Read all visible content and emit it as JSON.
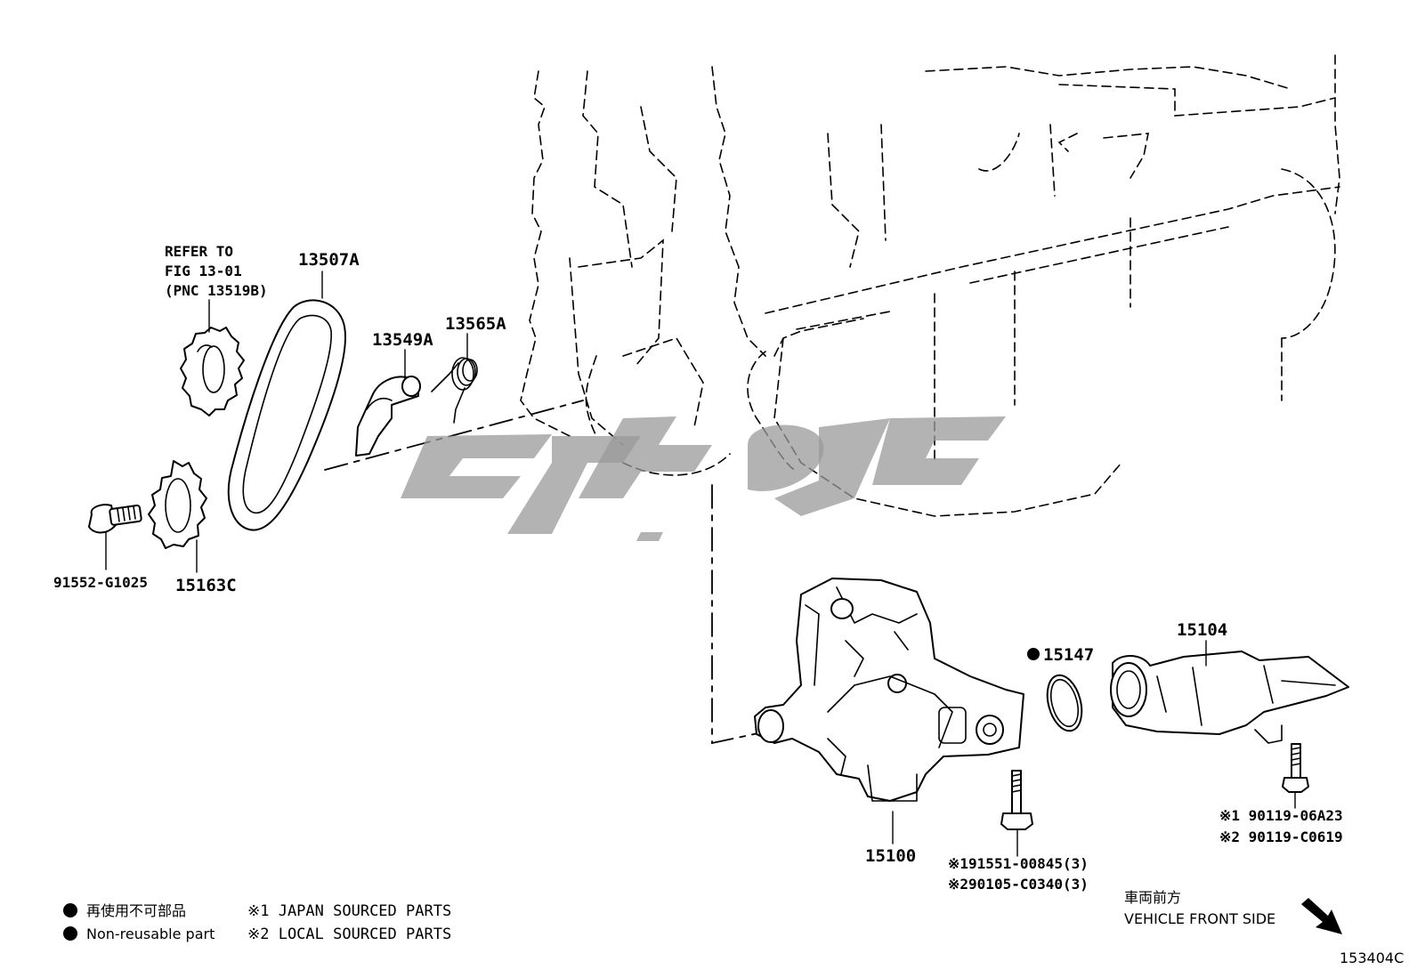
{
  "refer": {
    "line1": "REFER TO",
    "line2": "FIG 13-01",
    "line3": "(PNC 13519B)"
  },
  "parts": {
    "p13507A": "13507A",
    "p13549A": "13549A",
    "p13565A": "13565A",
    "p91552": "91552-G1025",
    "p15163C": "15163C",
    "p15147": "15147",
    "p15104": "15104",
    "p15100": "15100",
    "bolt_jp_right": "※1 90119-06A23",
    "bolt_local_right": "※2 90119-C0619",
    "bolt_jp_center": "※191551-00845(3)",
    "bolt_local_center": "※290105-C0340(3)"
  },
  "legend": {
    "non_reusable_jp": "再使用不可部品",
    "non_reusable_en": "Non-reusable part",
    "japan_sourced": "※1 JAPAN SOURCED PARTS",
    "local_sourced": "※2 LOCAL SOURCED PARTS"
  },
  "direction": {
    "jp": "車両前方",
    "en": "VEHICLE FRONT SIDE"
  },
  "figure_code": "153404C",
  "colors": {
    "ink": "#000000",
    "watermark": "#9a9a9a",
    "background": "#ffffff"
  }
}
